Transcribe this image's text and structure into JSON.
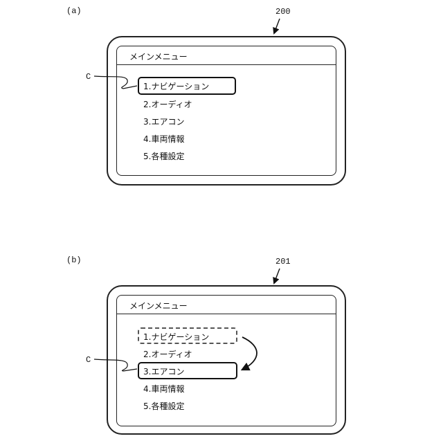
{
  "panel_a": {
    "fig_label": "(a)",
    "ref_number": "200",
    "cursor_label": "C",
    "menu_title": "メインメニュー",
    "items": [
      "1.ナビゲーション",
      "2.オーディオ",
      "3.エアコン",
      "4.車両情報",
      "5.各種設定"
    ],
    "selected_index": 0
  },
  "panel_b": {
    "fig_label": "(b)",
    "ref_number": "201",
    "cursor_label": "C",
    "menu_title": "メインメニュー",
    "items": [
      "1.ナビゲーション",
      "2.オーディオ",
      "3.エアコン",
      "4.車両情報",
      "5.各種設定"
    ],
    "previous_index": 0,
    "selected_index": 2
  }
}
